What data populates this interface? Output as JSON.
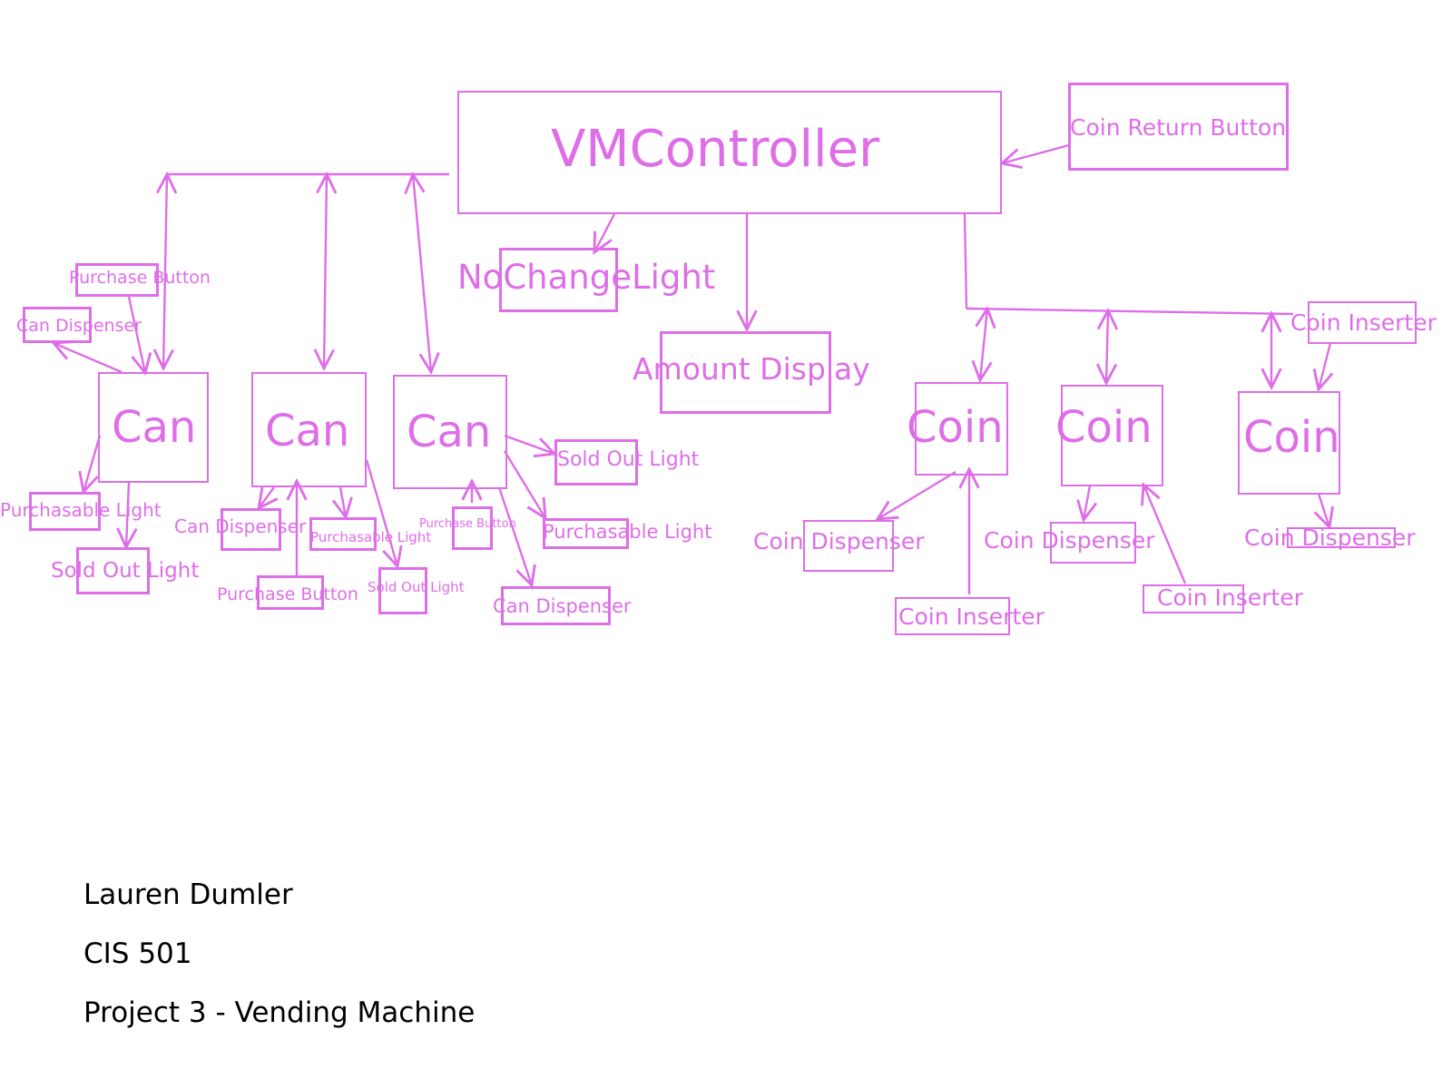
{
  "diagram": {
    "stroke_color": "#de6ee8",
    "controller": "VMController",
    "coin_return_button": "Coin Return Button",
    "no_change_light": "NoChangeLight",
    "amount_display": "Amount Display",
    "can1": {
      "title": "Can",
      "purchase_button": "Purchase Button",
      "can_dispenser": "Can Dispenser",
      "purchasable_light": "Purchasable Light",
      "sold_out_light": "Sold Out Light"
    },
    "can2": {
      "title": "Can",
      "can_dispenser": "Can Dispenser",
      "purchasable_light": "Purchasable Light",
      "purchase_button": "Purchase Button",
      "sold_out_light": "Sold Out Light"
    },
    "can3": {
      "title": "Can",
      "sold_out_light": "Sold Out Light",
      "purchase_button": "Purchase Button",
      "purchasable_light": "Purchasable Light",
      "can_dispenser": "Can Dispenser"
    },
    "coin1": {
      "title": "Coin",
      "coin_dispenser": "Coin Dispenser",
      "coin_inserter": "Coin Inserter"
    },
    "coin2": {
      "title": "Coin",
      "coin_dispenser": "Coin Dispenser",
      "coin_inserter": "Coin Inserter"
    },
    "coin3": {
      "title": "Coin",
      "coin_dispenser": "Coin Dispenser",
      "coin_inserter": "Coin Inserter"
    }
  },
  "footer": {
    "author": "Lauren Dumler",
    "course": "CIS 501",
    "project": "Project 3 - Vending Machine"
  }
}
